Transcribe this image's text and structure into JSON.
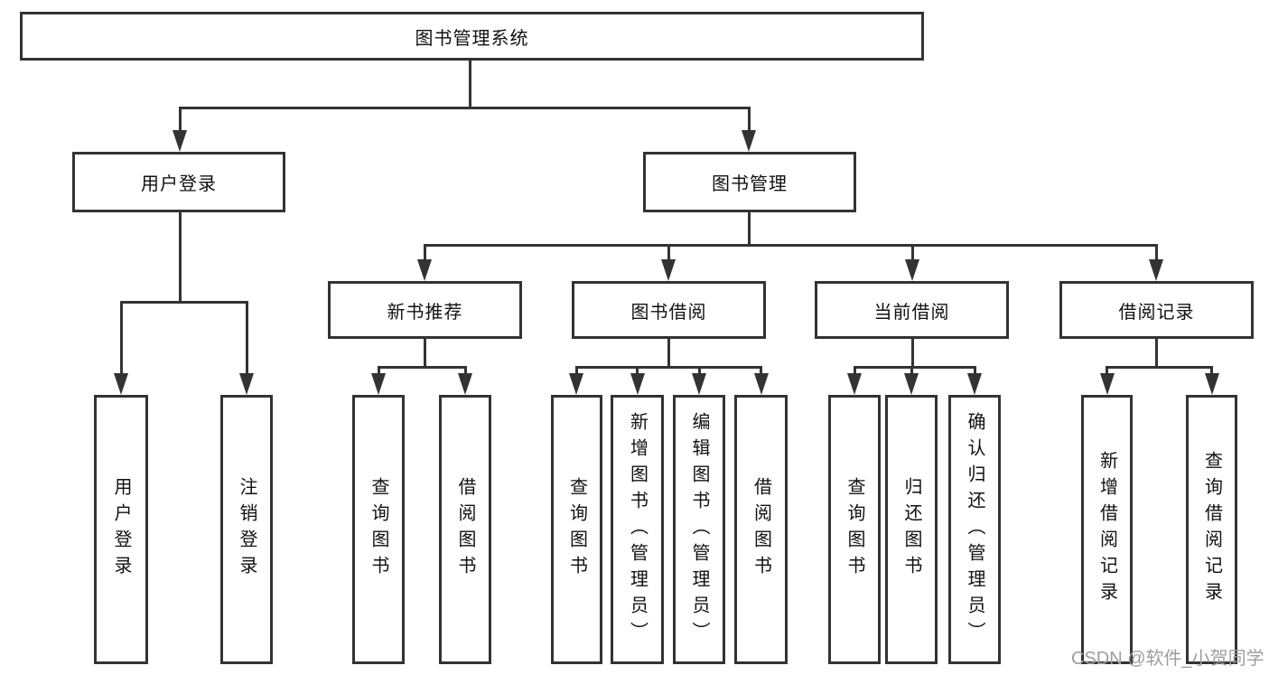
{
  "diagram": {
    "root": {
      "label": "图书管理系统"
    },
    "level2": [
      {
        "label": "用户登录",
        "children": [
          "用户登录",
          "注销登录"
        ]
      },
      {
        "label": "图书管理",
        "children": [
          "新书推荐",
          "图书借阅",
          "当前借阅",
          "借阅记录"
        ]
      }
    ],
    "level3": [
      {
        "label": "新书推荐",
        "children": [
          "查询图书",
          "借阅图书"
        ]
      },
      {
        "label": "图书借阅",
        "children": [
          "查询图书",
          "新增图书（管理员）",
          "编辑图书（管理员）",
          "借阅图书"
        ]
      },
      {
        "label": "当前借阅",
        "children": [
          "查询图书",
          "归还图书",
          "确认归还（管理员）"
        ]
      },
      {
        "label": "借阅记录",
        "children": [
          "新增借阅记录",
          "查询借阅记录"
        ]
      }
    ],
    "leaves": [
      {
        "label": "用户登录"
      },
      {
        "label": "注销登录"
      },
      {
        "label": "查询图书"
      },
      {
        "label": "借阅图书"
      },
      {
        "label": "查询图书"
      },
      {
        "label": "新增图书（管理员）"
      },
      {
        "label": "编辑图书（管理员）"
      },
      {
        "label": "借阅图书"
      },
      {
        "label": "查询图书"
      },
      {
        "label": "归还图书"
      },
      {
        "label": "确认归还（管理员）"
      },
      {
        "label": "新增借阅记录"
      },
      {
        "label": "查询借阅记录"
      }
    ],
    "watermark": "CSDN @软件_小贺同学",
    "colors": {
      "line": "#333333",
      "text": "#111111",
      "background": "#ffffff",
      "watermark": "#9e9e9e"
    }
  }
}
